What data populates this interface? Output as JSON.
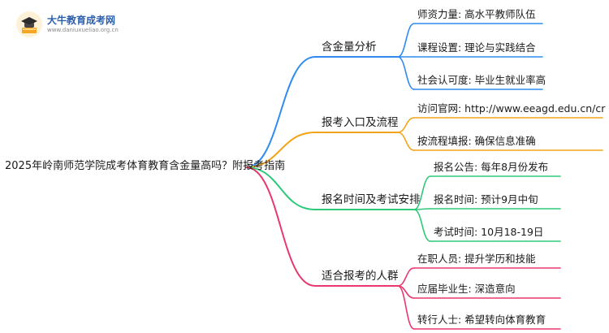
{
  "brand": {
    "name": "大牛教育成考网",
    "url": "www.daniuxueliao.org.cn"
  },
  "root": {
    "label": "2025年岭南师范学院成考体育教育含金量高吗？附报考指南"
  },
  "branches": [
    {
      "label": "含金量分析",
      "color": "#2f8bf0",
      "children": [
        {
          "label": "师资力量: 高水平教师队伍"
        },
        {
          "label": "课程设置: 理论与实践结合"
        },
        {
          "label": "社会认可度: 毕业生就业率高"
        }
      ]
    },
    {
      "label": "报考入口及流程",
      "color": "#f2a51a",
      "children": [
        {
          "label": "访问官网: http://www.eeagd.edu.cn/cr"
        },
        {
          "label": "按流程填报: 确保信息准确"
        }
      ]
    },
    {
      "label": "报名时间及考试安排",
      "color": "#2ec97a",
      "children": [
        {
          "label": "报名公告: 每年8月份发布"
        },
        {
          "label": "报名时间: 预计9月中旬"
        },
        {
          "label": "考试时间: 10月18-19日"
        }
      ]
    },
    {
      "label": "适合报考的人群",
      "color": "#e8386e",
      "children": [
        {
          "label": "在职人员: 提升学历和技能"
        },
        {
          "label": "应届毕业生: 深造意向"
        },
        {
          "label": "转行人士: 希望转向体育教育"
        }
      ]
    }
  ]
}
